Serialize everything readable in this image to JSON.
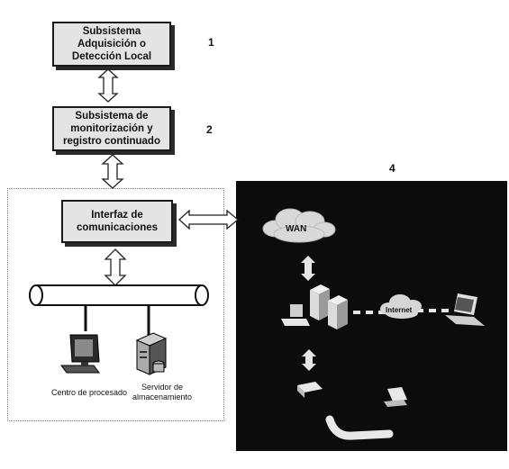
{
  "boxes": {
    "subsystem1": {
      "line1": "Subsistema",
      "line2": "Adquisición o",
      "line3": "Detección Local"
    },
    "subsystem2": {
      "line1": "Subsistema de",
      "line2": "monitorización y",
      "line3": "registro continuado"
    },
    "interface": {
      "line1": "Interfaz de",
      "line2": "comunicaciones"
    }
  },
  "numbers": {
    "n1": "1",
    "n2": "2",
    "n4": "4"
  },
  "local_network": {
    "processing_center": "Centro de procesado",
    "storage_server_line1": "Servidor de",
    "storage_server_line2": "almacenamiento"
  },
  "wide_network": {
    "wan": "WAN",
    "internet": "Internet"
  }
}
